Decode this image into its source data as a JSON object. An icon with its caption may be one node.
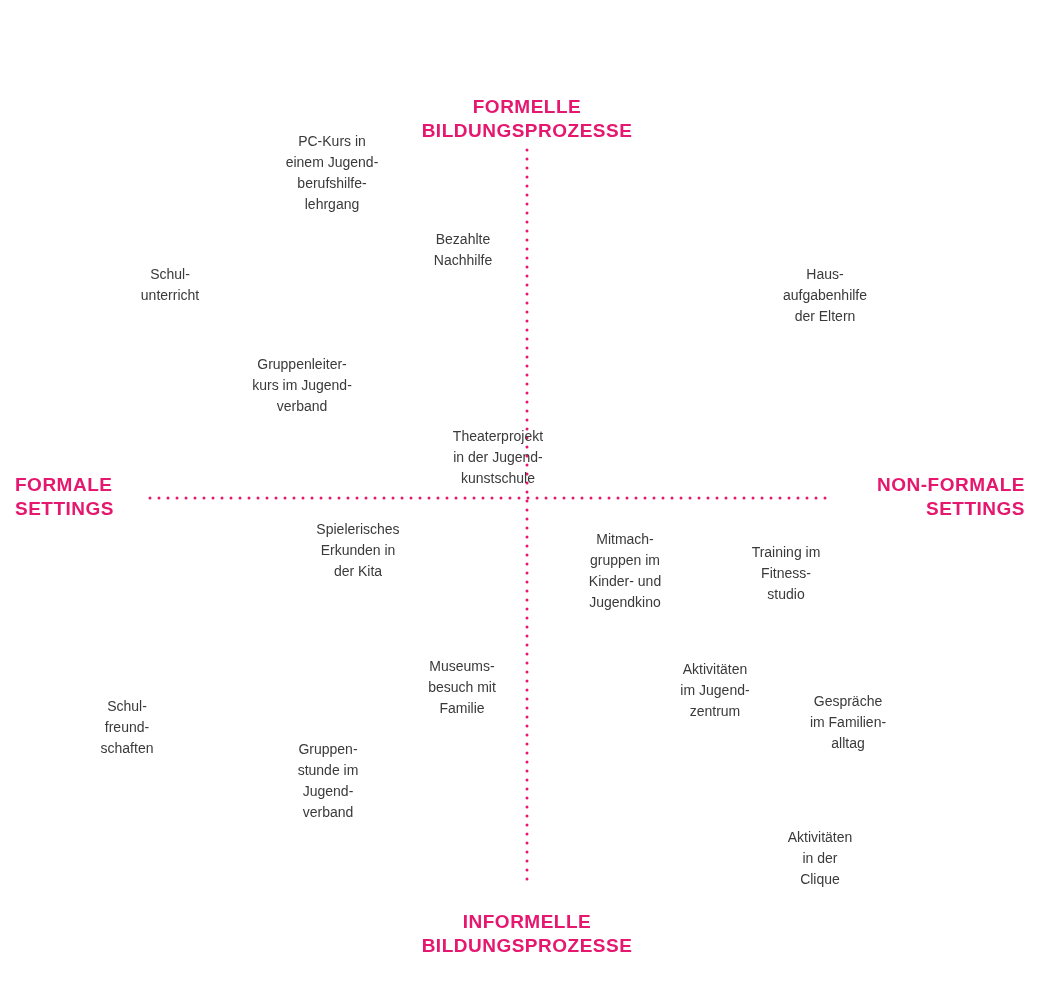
{
  "diagram": {
    "labels": [
      "FORMELLE BILDUNGSPROZESSE",
      "PC-Kurs in einem Jugend- berufshilfe- lehrgang",
      "Bezahlte Nachhilfe",
      "Schul- unterricht",
      "Haus- aufgabenhilfe der Eltern",
      "Gruppenleiter- kurs im Jugend- verband",
      "Theaterprojekt in der Jugend- kunstschule",
      "FORMALE SETTINGS",
      "NON-FORMALE SETTINGS",
      "Spielerisches Erkunden in der Kita",
      "Mitmach- gruppen im Kinder- und Jugendkino",
      "Training im Fitness- studio",
      "Schul- freund- schaften",
      "Museums- besuch mit Familie",
      "Aktivitäten im Jugend- zentrum",
      "Gespräche im Familien- alltag",
      "Gruppen- stunde im Jugend- verband",
      "Aktivitäten in der Clique",
      "INFORMELLE BILDUNGSPROZESSE"
    ]
  }
}
